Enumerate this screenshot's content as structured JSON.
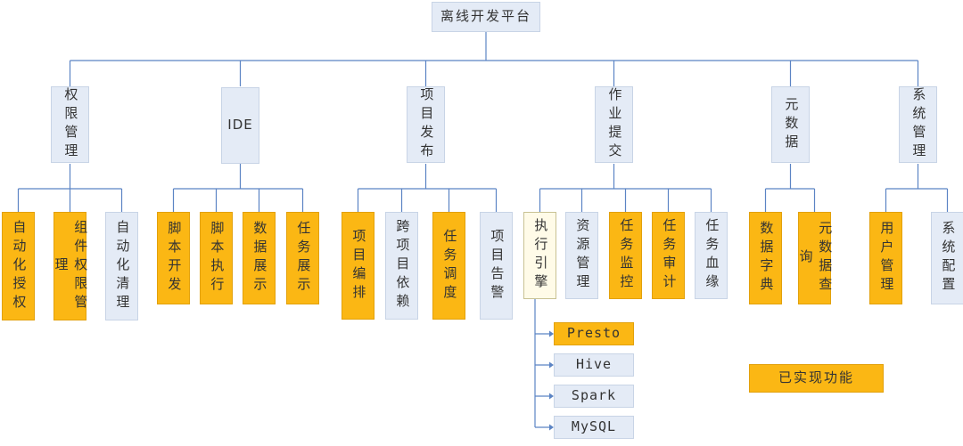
{
  "root": "离线开发平台",
  "modules": [
    {
      "name": "权限管理",
      "children": [
        {
          "label": "自动化授权",
          "done": true
        },
        {
          "label": "组件权限管理",
          "done": true
        },
        {
          "label": "自动化清理",
          "done": false
        }
      ]
    },
    {
      "name": "IDE",
      "children": [
        {
          "label": "脚本开发",
          "done": true
        },
        {
          "label": "脚本执行",
          "done": true
        },
        {
          "label": "数据展示",
          "done": true
        },
        {
          "label": "任务展示",
          "done": true
        }
      ]
    },
    {
      "name": "项目发布",
      "children": [
        {
          "label": "项目编排",
          "done": true
        },
        {
          "label": "跨项目依赖",
          "done": false
        },
        {
          "label": "任务调度",
          "done": true
        },
        {
          "label": "项目告警",
          "done": false
        }
      ]
    },
    {
      "name": "作业提交",
      "children": [
        {
          "label": "执行引擎",
          "done": false
        },
        {
          "label": "资源管理",
          "done": false
        },
        {
          "label": "任务监控",
          "done": true
        },
        {
          "label": "任务审计",
          "done": true
        },
        {
          "label": "任务血缘",
          "done": false
        }
      ]
    },
    {
      "name": "元数据",
      "children": [
        {
          "label": "数据字典",
          "done": true
        },
        {
          "label": "元数据查询",
          "done": true
        }
      ]
    },
    {
      "name": "系统管理",
      "children": [
        {
          "label": "用户管理",
          "done": true
        },
        {
          "label": "系统配置",
          "done": false
        }
      ]
    }
  ],
  "engines": [
    {
      "label": "Presto",
      "done": true
    },
    {
      "label": "Hive",
      "done": false
    },
    {
      "label": "Spark",
      "done": false
    },
    {
      "label": "MySQL",
      "done": false
    }
  ],
  "legend": {
    "label": "已实现功能"
  },
  "colors": {
    "implemented": "#fbb714",
    "pending": "#e4ebf6",
    "line": "#5b84c4"
  }
}
